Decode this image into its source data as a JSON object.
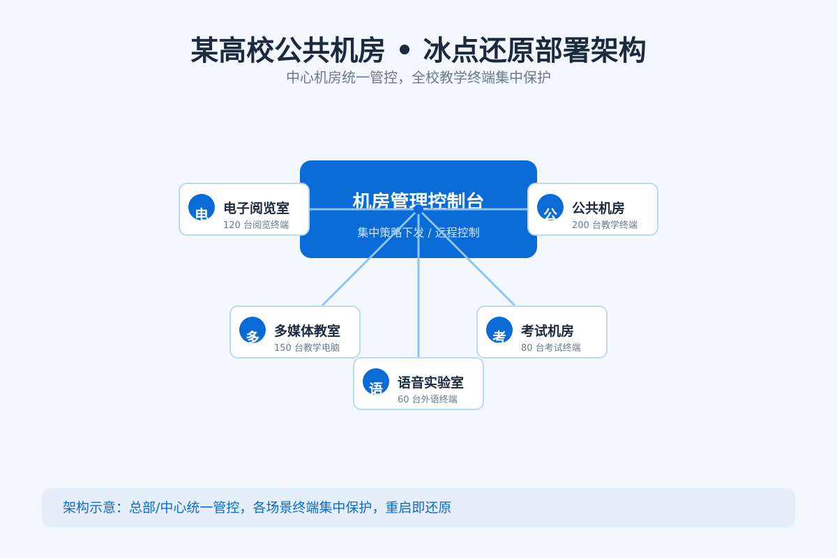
{
  "title": "某高校公共机房 • 冰点还原部署架构",
  "subtitle": "中心机房统一管控，全校教学终端集中保护",
  "hub": {
    "title": "机房管理控制台",
    "subtitle": "集中策略下发 / 远程控制"
  },
  "nodes": [
    {
      "badge": "电",
      "title": "电子阅览室",
      "subtitle": "120 台阅览终端"
    },
    {
      "badge": "公",
      "title": "公共机房",
      "subtitle": "200 台教学终端"
    },
    {
      "badge": "多",
      "title": "多媒体教室",
      "subtitle": "150 台教学电脑"
    },
    {
      "badge": "考",
      "title": "考试机房",
      "subtitle": "80 台考试终端"
    },
    {
      "badge": "语",
      "title": "语音实验室",
      "subtitle": "60 台外语终端"
    }
  ],
  "footer": "架构示意：总部/中心统一管控，各场景终端集中保护，重启即还原",
  "colors": {
    "primary": "#0a6bd6",
    "link": "#8ec3f2",
    "background": "#f2f8fd",
    "card_border": "#bcd9f2"
  }
}
